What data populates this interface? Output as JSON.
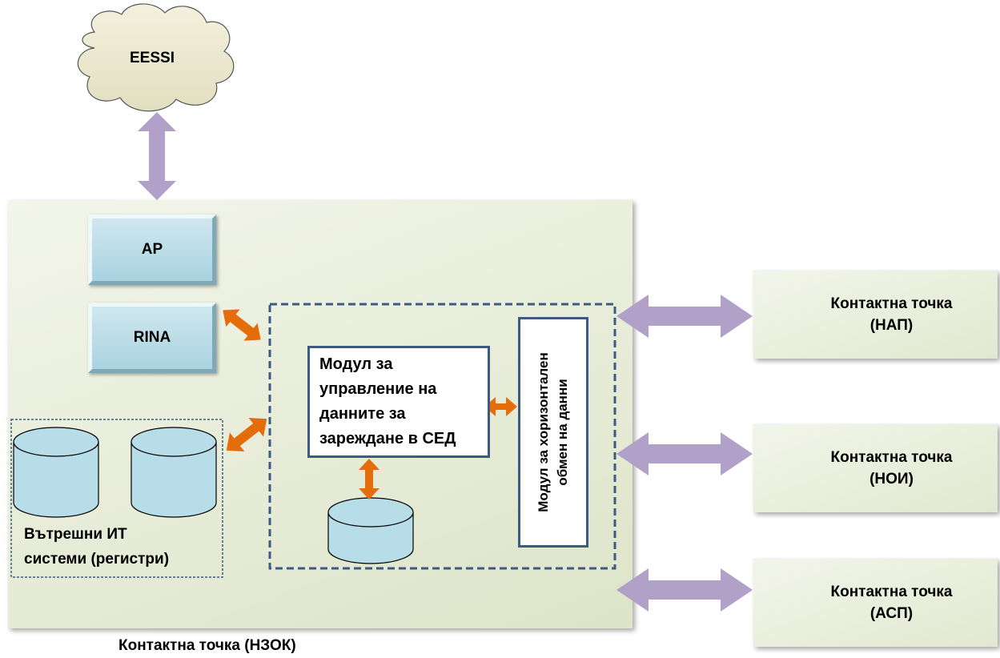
{
  "cloud": {
    "label": "EESSI"
  },
  "boxes": {
    "ap": "AP",
    "rina": "RINA"
  },
  "internal_systems": {
    "line1": "Вътрешни  ИТ",
    "line2": "системи (регистри)"
  },
  "module_management": {
    "line1": "Модул за",
    "line2": "управление на",
    "line3": "данните за",
    "line4": "зареждане в СЕД"
  },
  "module_exchange": {
    "line1": "Модул за хоризонтален",
    "line2": "обмен на данни"
  },
  "contacts": [
    {
      "line1": "Контактна точка",
      "line2": "(НАП)"
    },
    {
      "line1": "Контактна точка",
      "line2": "(НОИ)"
    },
    {
      "line1": "Контактна точка",
      "line2": "(АСП)"
    }
  ],
  "main_label": "Контактна точка (НЗОК)",
  "colors": {
    "purple_arrow": "#b1a0c7",
    "orange_arrow": "#e46c0a",
    "cylinder_fill": "#b7dde8",
    "box_border": "#3b5a84",
    "panel_fill": "#e6ebd6",
    "cloud_fill": "#ece9d0"
  }
}
